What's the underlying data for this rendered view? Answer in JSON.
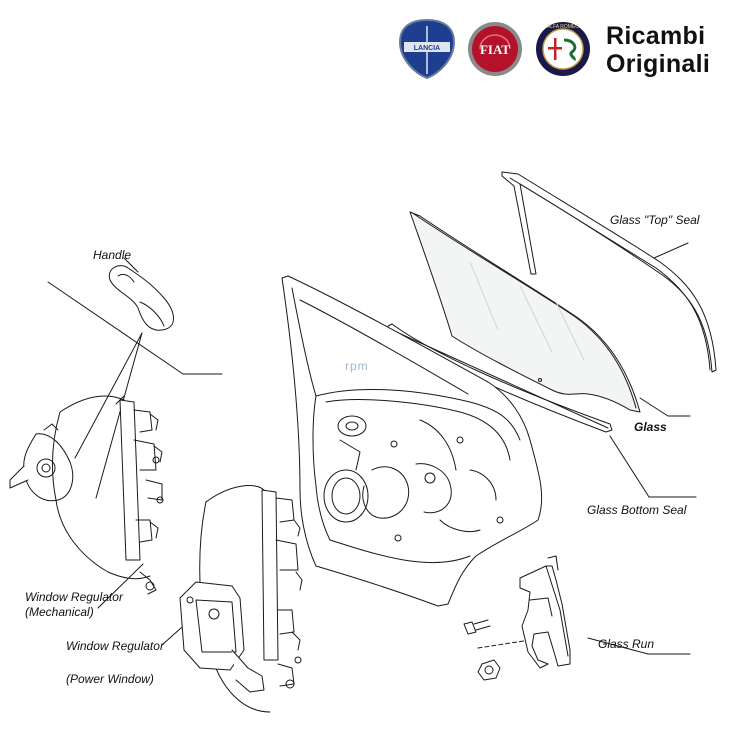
{
  "header": {
    "brands": [
      {
        "name": "lancia-badge",
        "text": "LANCIA",
        "color": "#1e3f8f"
      },
      {
        "name": "fiat-badge",
        "text": "FIAT",
        "color": "#b3122a"
      },
      {
        "name": "alfa-romeo-badge",
        "text": "ALFA ROMEO",
        "color": "#1a6e35"
      }
    ],
    "title_line1": "Ricambi",
    "title_line2": "Originali"
  },
  "watermark": "rpm",
  "parts": {
    "handle": "Handle",
    "regulator_mech_1": "Window Regulator",
    "regulator_mech_2": "(Mechanical)",
    "regulator_power_1": "Window Regulator",
    "regulator_power_2": "(Power Window)",
    "glass_top_seal": "Glass \"Top\" Seal",
    "glass": "Glass",
    "glass_bottom_seal": "Glass Bottom Seal",
    "glass_run": "Glass Run"
  },
  "colors": {
    "line": "#1a1a1a",
    "glass_fill": "#f2f5f3"
  }
}
